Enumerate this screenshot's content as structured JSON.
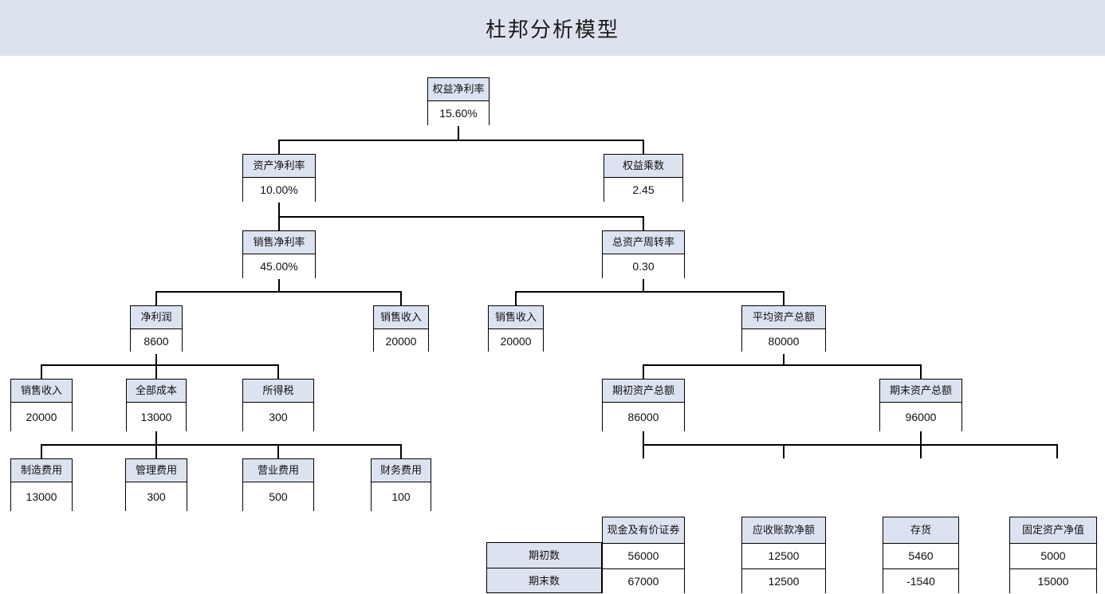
{
  "header": {
    "title": "杜邦分析模型"
  },
  "diagram": {
    "type": "dupont-analysis-tree",
    "nodes": {
      "roe": {
        "label": "权益净利率",
        "value": "15.60%"
      },
      "roa": {
        "label": "资产净利率",
        "value": "10.00%"
      },
      "equity_mult": {
        "label": "权益乘数",
        "value": "2.45"
      },
      "net_margin": {
        "label": "销售净利率",
        "value": "45.00%"
      },
      "asset_turnover": {
        "label": "总资产周转率",
        "value": "0.30"
      },
      "net_profit": {
        "label": "净利润",
        "value": "8600"
      },
      "revenue_left": {
        "label": "销售收入",
        "value": "20000"
      },
      "revenue_right": {
        "label": "销售收入",
        "value": "20000"
      },
      "avg_assets": {
        "label": "平均资产总额",
        "value": "80000"
      },
      "revenue_cost": {
        "label": "销售收入",
        "value": "20000"
      },
      "total_cost": {
        "label": "全部成本",
        "value": "13000"
      },
      "income_tax": {
        "label": "所得税",
        "value": "300"
      },
      "mfg_expense": {
        "label": "制造费用",
        "value": "13000"
      },
      "admin_expense": {
        "label": "管理费用",
        "value": "300"
      },
      "selling_expense": {
        "label": "营业费用",
        "value": "500"
      },
      "finance_expense": {
        "label": "财务费用",
        "value": "100"
      },
      "begin_assets": {
        "label": "期初资产总额",
        "value": "86000"
      },
      "end_assets": {
        "label": "期末资产总额",
        "value": "96000"
      }
    },
    "asset_table": {
      "row_labels": [
        "期初数",
        "期末数"
      ],
      "columns": [
        {
          "label": "现金及有价证券",
          "begin": "56000",
          "end": "67000"
        },
        {
          "label": "应收账款净额",
          "begin": "12500",
          "end": "12500"
        },
        {
          "label": "存货",
          "begin": "5460",
          "end": "-1540"
        },
        {
          "label": "固定资产净值",
          "begin": "5000",
          "end": "15000"
        }
      ]
    },
    "colors": {
      "header_band": "#dde3ee",
      "node_header_fill": "#dce3f0",
      "node_body_fill": "#ffffff",
      "border": "#000000",
      "text": "#111111"
    }
  }
}
